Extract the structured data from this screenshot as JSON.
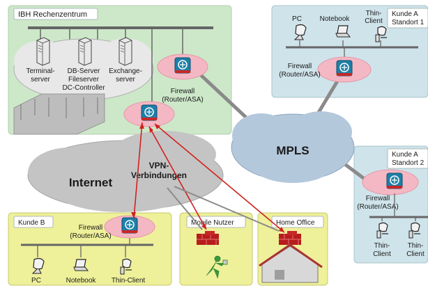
{
  "zones": {
    "ibh": {
      "title": "IBH Rechenzentrum"
    },
    "kunde_a1": {
      "title_line1": "Kunde A",
      "title_line2": "Standort 1"
    },
    "kunde_a2": {
      "title_line1": "Kunde A",
      "title_line2": "Standort 2"
    },
    "kunde_b": {
      "title": "Kunde B"
    },
    "mobile": {
      "title": "Mobile Nutzer"
    },
    "home": {
      "title": "Home Office"
    }
  },
  "servers": {
    "terminal": {
      "line1": "Terminal-",
      "line2": "server"
    },
    "db": {
      "line1": "DB-Server",
      "line2": "Fileserver",
      "line3": "DC-Controller"
    },
    "exchange": {
      "line1": "Exchange-",
      "line2": "server"
    }
  },
  "firewall": {
    "line1": "Firewall",
    "line2": "(Router/ASA)"
  },
  "clouds": {
    "mpls": "MPLS",
    "internet": "Internet",
    "vpn_line1": "VPN-",
    "vpn_line2": "Verbindungen"
  },
  "devices": {
    "pc": "PC",
    "notebook": "Notebook",
    "thin_line1": "Thin-",
    "thin_line2": "Client",
    "thin_client": "Thin-Client"
  },
  "colors": {
    "ibh_fill": "#cde8c9",
    "kunde_a_fill": "#cfe3ea",
    "kunde_b_fill": "#eef09a",
    "cloud_fill": "#b4c8dc",
    "internet_fill": "#c4c4c4",
    "vpn_arrow": "#d22020",
    "firewall_halo": "#f4b8c4"
  }
}
